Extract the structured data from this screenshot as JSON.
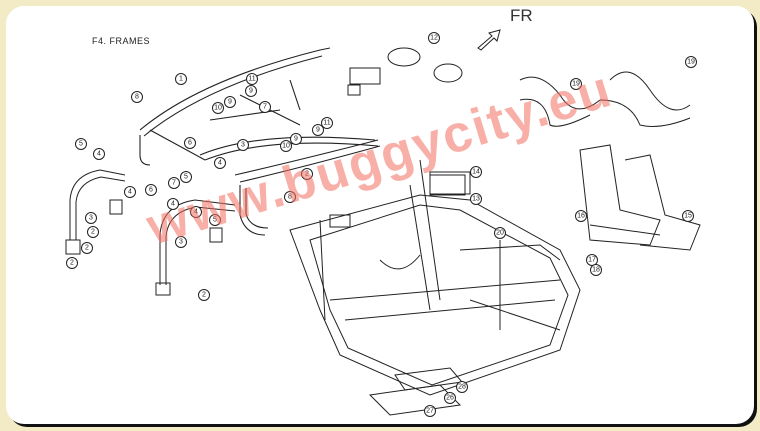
{
  "title": "F4. FRAMES",
  "direction_label": "FR",
  "watermark": "www.buggycity.eu",
  "callouts": [
    "1",
    "8",
    "11",
    "9",
    "9",
    "10",
    "7",
    "3",
    "6",
    "4",
    "2",
    "5",
    "7",
    "6",
    "4",
    "5",
    "4",
    "4",
    "4",
    "5",
    "8",
    "9",
    "10",
    "9",
    "11",
    "3",
    "2",
    "2",
    "2",
    "3",
    "2",
    "12",
    "19",
    "19",
    "14",
    "13",
    "20",
    "16",
    "15",
    "17",
    "18",
    "28",
    "26",
    "27"
  ],
  "colors": {
    "frame": "#f2ebc6",
    "panel": "#ffffff",
    "watermark": "#f06e5f",
    "lines": "#222222"
  }
}
